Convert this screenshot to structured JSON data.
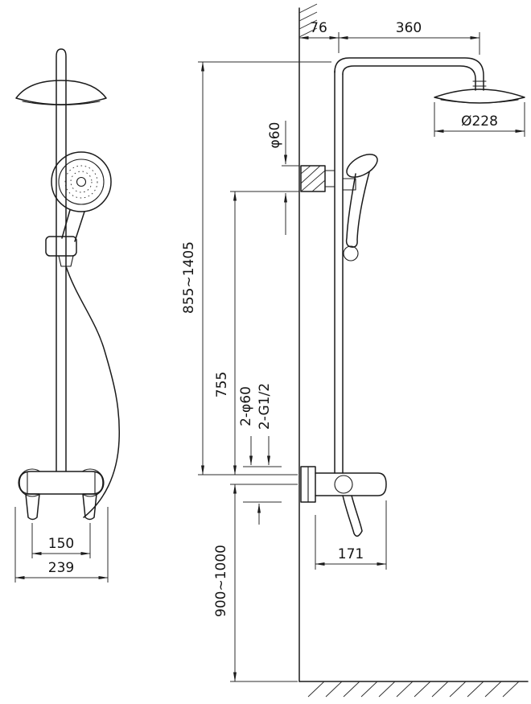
{
  "dimensions": {
    "wall_to_riser_center": "76",
    "arm_length": "360",
    "overhead_diameter": "Ø228",
    "bracket_diameter": "φ60",
    "riser_height": "855~1405",
    "bracket_to_mixer": "755",
    "holes": "2-φ60",
    "thread": "2-G1/2",
    "inlet_spacing": "150",
    "mixer_width": "239",
    "mixer_depth": "171",
    "install_height": "900~1000"
  },
  "colors": {
    "line": "#1b1b1b",
    "dimension_line": "#2c2c2c",
    "background": "#ffffff"
  }
}
